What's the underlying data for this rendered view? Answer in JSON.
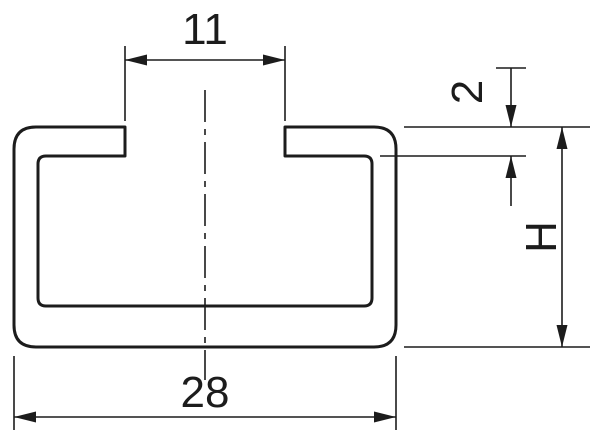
{
  "drawing": {
    "dimensions": {
      "slot_width": "11",
      "top_wall_thickness": "2",
      "height": "H",
      "overall_width": "28"
    }
  }
}
